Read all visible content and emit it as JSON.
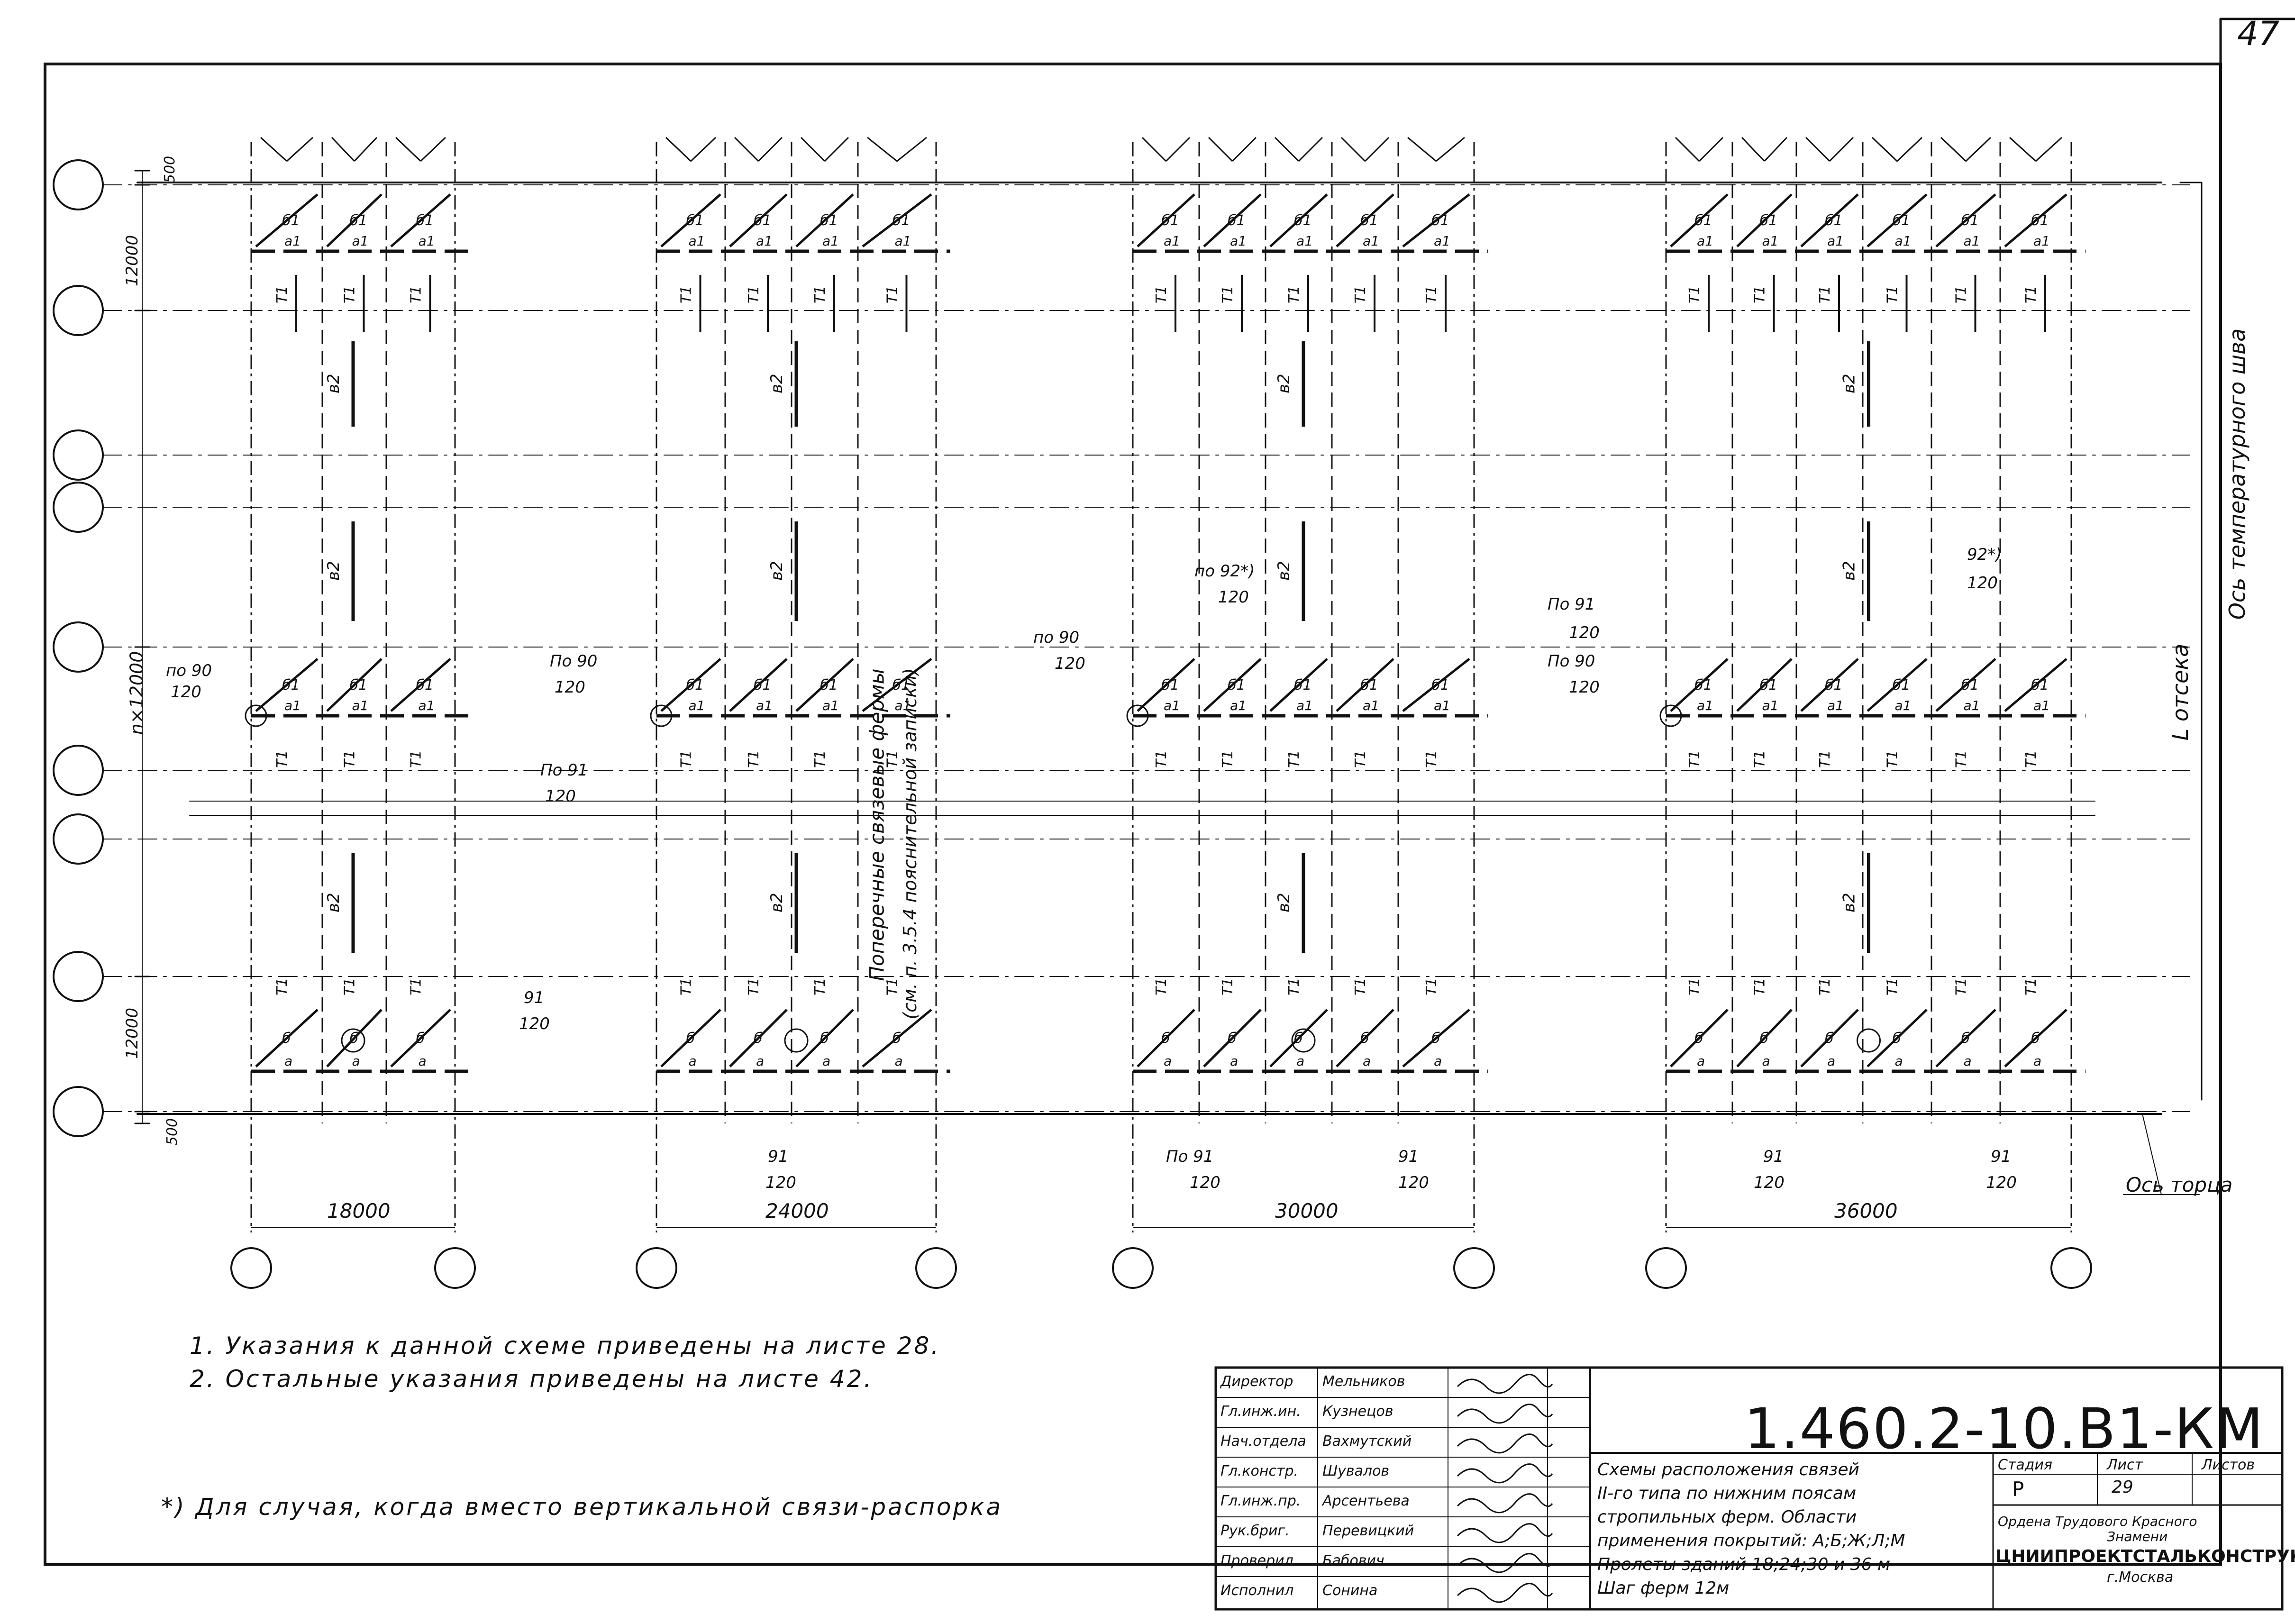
{
  "sheet_corner": "47",
  "spans": [
    "18000",
    "24000",
    "30000",
    "36000"
  ],
  "dims": {
    "top_offset": "500",
    "bottom_offset": "500",
    "end_panel_top": "12000",
    "middle_panels": "n×12000",
    "end_panel_bottom": "12000"
  },
  "labels": {
    "a1": "a1",
    "b1": "б1",
    "t1": "T1",
    "v2": "в2",
    "a": "a",
    "b": "б"
  },
  "callouts": {
    "po90": "по 90",
    "Po90": "По 90",
    "Po91": "По 91",
    "po92": "по 92*)",
    "n92": "92*)",
    "n91": "91",
    "val120": "120"
  },
  "axis_labels": {
    "transverse_trusses_1": "Поперечные связевые фермы",
    "transverse_trusses_2": "(см. п. 3.5.4 пояснительной записки)",
    "temp_joint": "Ось температурного шва",
    "compartment": "L отсека",
    "end_axis": "Ось торца"
  },
  "notes": [
    "1. Указания к данной схеме приведены на листе 28.",
    "2. Остальные указания приведены на листе 42."
  ],
  "footnote": "*) Для случая, когда вместо вертикальной связи-распорка",
  "title_block": {
    "roles": [
      "Директор",
      "Гл.инж.ин.",
      "Нач.отдела",
      "Гл.констр.",
      "Гл.инж.пр.",
      "Рук.бриг.",
      "Проверил",
      "Исполнил"
    ],
    "names": [
      "Мельников",
      "Кузнецов",
      "Вахмутский",
      "Шувалов",
      "Арсентьева",
      "Перевицкий",
      "Бабович",
      "Сонина"
    ],
    "code": "1.460.2-10.В1-КМ",
    "desc": [
      "Схемы расположения связей",
      "II-го типа по нижним поясам",
      "стропильных ферм. Области",
      "применения покрытий: А;Б;Ж;Л;М",
      "Пролеты зданий 18;24;30 и 36 м",
      "Шаг ферм 12м"
    ],
    "stage_header": "Стадия",
    "sheet_header": "Лист",
    "sheets_header": "Листов",
    "stage": "Р",
    "sheet": "29",
    "sheets": "",
    "org1": "Ордена Трудового Красного",
    "org2": "Знамени",
    "org3": "ЦНИИПРОЕКТСТАЛЬКОНСТРУКЦИЯ",
    "org4": "г.Москва"
  }
}
